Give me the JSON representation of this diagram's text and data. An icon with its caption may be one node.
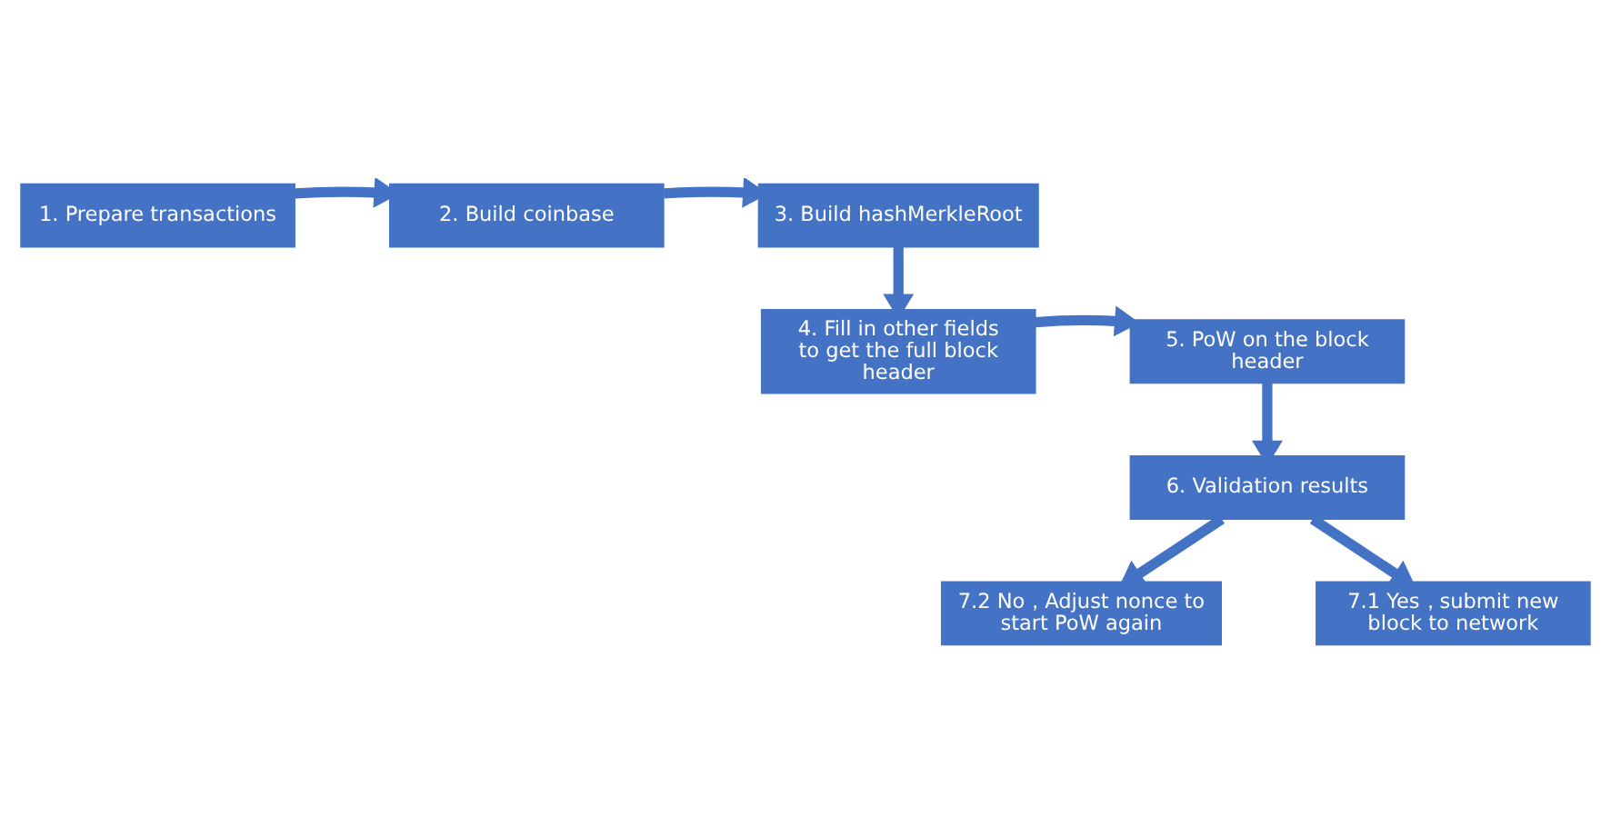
{
  "diagram": {
    "nodes": [
      {
        "text": [
          "1. Prepare transactions"
        ]
      },
      {
        "text": [
          "2. Build coinbase"
        ]
      },
      {
        "text": [
          "3. Build hashMerkleRoot"
        ]
      },
      {
        "text": [
          "4. Fill in other fields to get the full block header"
        ]
      },
      {
        "text": [
          "5. PoW on the block header"
        ]
      },
      {
        "text": [
          "6. Validation results"
        ]
      },
      {
        "text": [
          "7.2 No，Adjust nonce to start PoW again"
        ]
      },
      {
        "text": [
          "7.1 Yes，submit new block to network"
        ]
      }
    ],
    "edges": [
      {
        "from": 0,
        "to": 1,
        "arrow": "to"
      },
      {
        "from": 1,
        "to": 2,
        "arrow": "to"
      },
      {
        "from": 2,
        "to": 3,
        "arrow": "to"
      },
      {
        "from": 3,
        "to": 4,
        "arrow": "to"
      },
      {
        "from": 4,
        "to": 5,
        "arrow": "to"
      },
      {
        "from": 5,
        "to": 6,
        "arrow": "to"
      },
      {
        "from": 5,
        "to": 7,
        "arrow": "to"
      }
    ]
  }
}
